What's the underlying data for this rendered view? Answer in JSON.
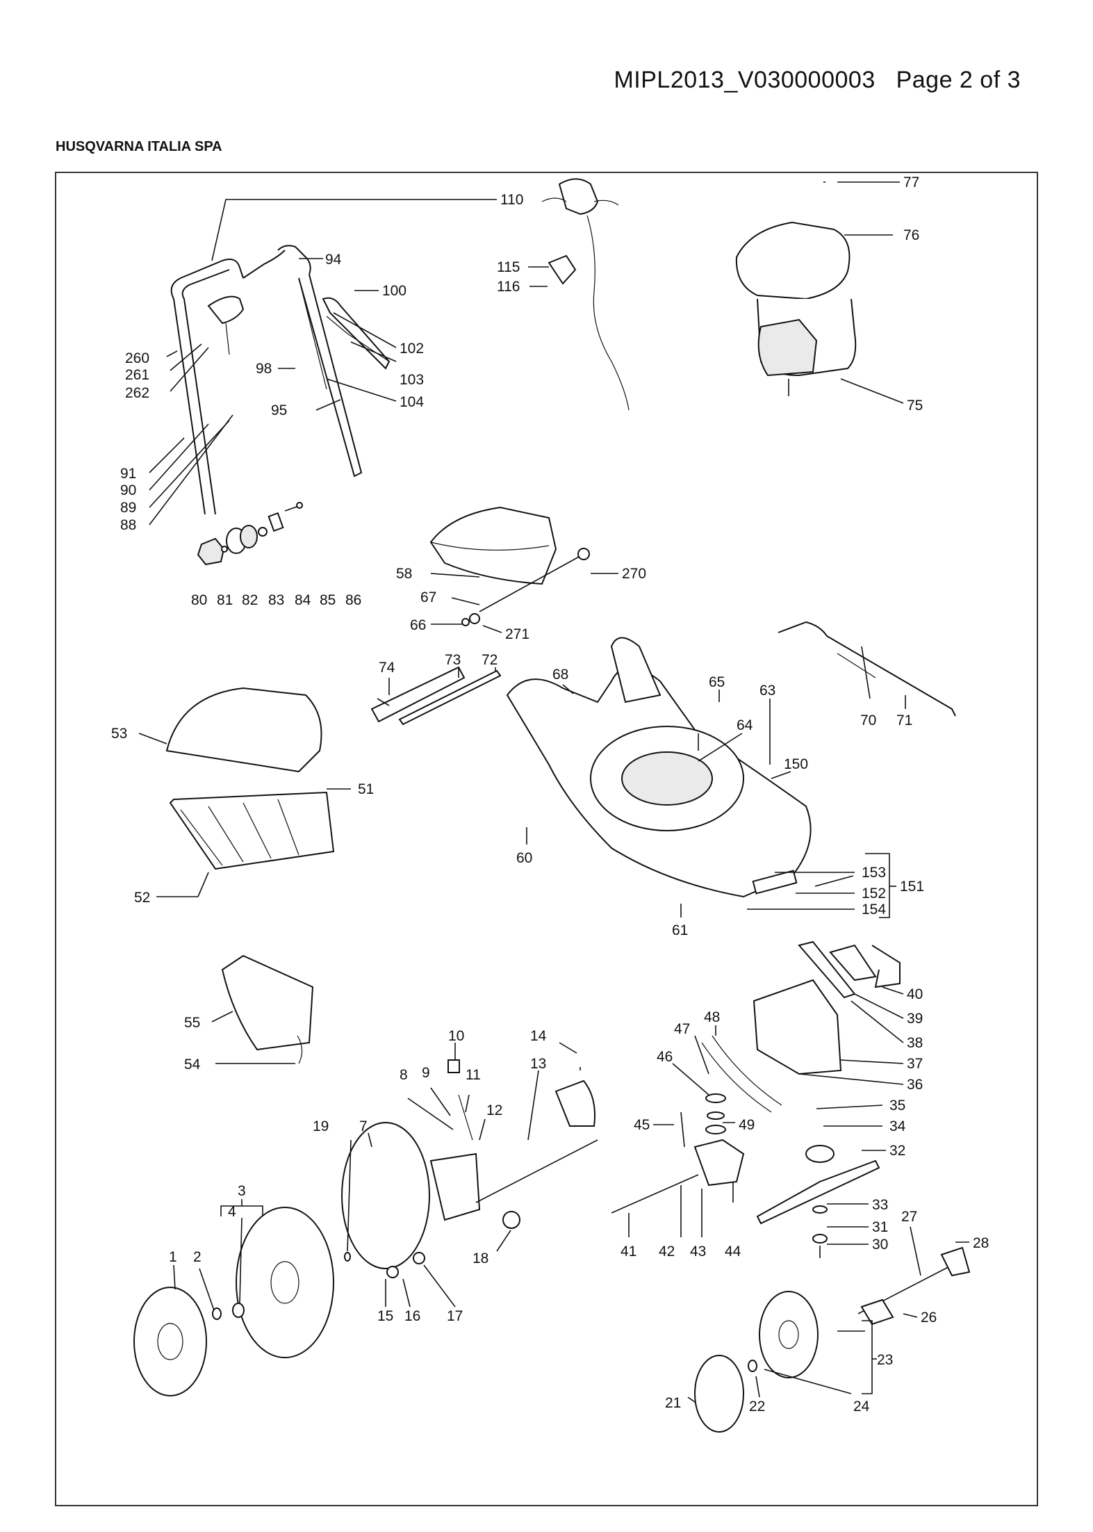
{
  "header": {
    "doc_id": "MIPL2013_V030000003",
    "page": "Page 2 of 3",
    "company": "HUSQVARNA ITALIA SPA"
  },
  "callouts": [
    "110",
    "77",
    "76",
    "94",
    "100",
    "102",
    "103",
    "104",
    "98",
    "95",
    "115",
    "116",
    "75",
    "260",
    "261",
    "262",
    "91",
    "90",
    "89",
    "88",
    "80",
    "81",
    "82",
    "83",
    "84",
    "85",
    "86",
    "58",
    "270",
    "67",
    "66",
    "271",
    "74",
    "73",
    "72",
    "68",
    "65",
    "63",
    "64",
    "150",
    "70",
    "71",
    "53",
    "51",
    "60",
    "52",
    "153",
    "152",
    "151",
    "154",
    "61",
    "40",
    "39",
    "38",
    "37",
    "36",
    "55",
    "54",
    "10",
    "14",
    "13",
    "9",
    "11",
    "8",
    "12",
    "48",
    "47",
    "46",
    "35",
    "34",
    "45",
    "49",
    "32",
    "19",
    "7",
    "18",
    "41",
    "42",
    "43",
    "44",
    "33",
    "31",
    "30",
    "27",
    "28",
    "26",
    "3",
    "4",
    "1",
    "2",
    "15",
    "16",
    "17",
    "23",
    "21",
    "22",
    "24"
  ]
}
